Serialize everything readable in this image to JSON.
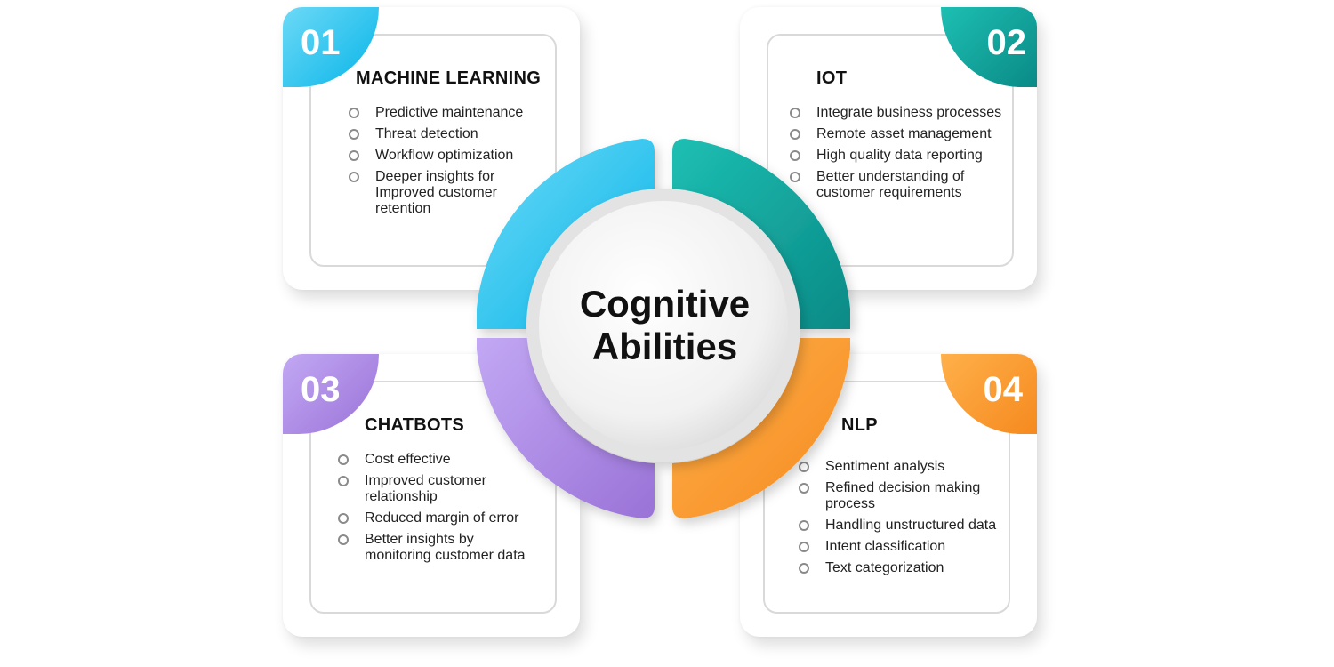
{
  "center": {
    "line1": "Cognitive",
    "line2": "Abilities"
  },
  "colors": {
    "ml": [
      "#6dd9f7",
      "#06b5e8"
    ],
    "iot": [
      "#1dbfb3",
      "#0a8a86"
    ],
    "chatbots": [
      "#c2a8f4",
      "#9a72d7"
    ],
    "nlp": [
      "#ffb04a",
      "#f58a1f"
    ]
  },
  "cards": [
    {
      "number": "01",
      "title": "MACHINE LEARNING",
      "items": [
        "Predictive maintenance",
        "Threat detection",
        "Workflow optimization",
        "Deeper insights for\nImproved customer\n retention"
      ]
    },
    {
      "number": "02",
      "title": "IOT",
      "items": [
        "Integrate business processes",
        "Remote asset management",
        "High quality data reporting",
        "Better understanding of\ncustomer requirements"
      ]
    },
    {
      "number": "03",
      "title": "CHATBOTS",
      "items": [
        "Cost effective",
        "Improved customer\nrelationship",
        "Reduced margin of error",
        "Better insights by\nmonitoring customer data"
      ]
    },
    {
      "number": "04",
      "title": "NLP",
      "items": [
        "Sentiment analysis",
        "Refined decision making\nprocess",
        "Handling unstructured data",
        "Intent classification",
        "Text categorization"
      ]
    }
  ]
}
